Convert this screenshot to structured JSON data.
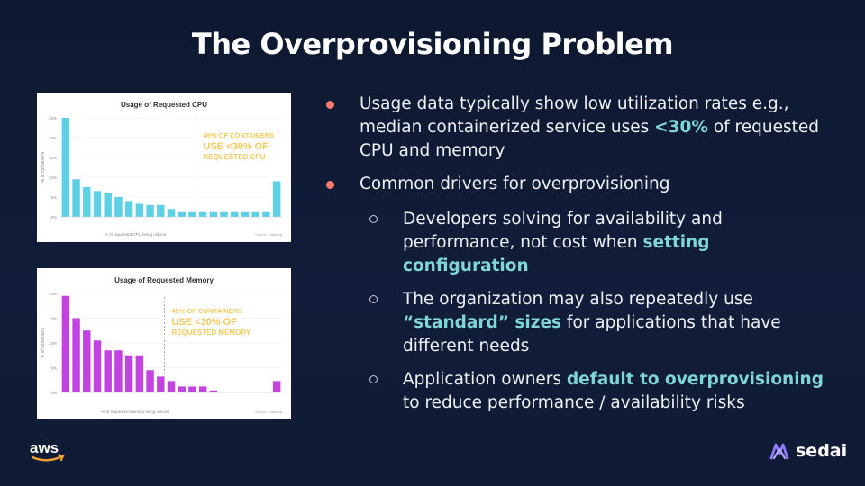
{
  "slide": {
    "title": "The Overprovisioning Problem"
  },
  "bullets": {
    "b1": {
      "pre": "Usage data typically show low utilization rates e.g., median containerized service uses ",
      "hl": "<30%",
      "post": " of requested CPU and memory"
    },
    "b2": {
      "text": "Common drivers  for overprovisioning"
    },
    "s1": {
      "pre": "Developers solving for availability and performance, not cost when ",
      "hl": "setting configuration",
      "post": ""
    },
    "s2": {
      "pre": "The organization may also repeatedly use ",
      "hl": "“standard” sizes",
      "post": " for applications that have different needs"
    },
    "s3": {
      "pre": "Application owners ",
      "hl": "default to overprovisioning",
      "post": " to reduce performance / availability risks"
    }
  },
  "brand": {
    "aws": "aws",
    "sedai": "sedai"
  },
  "colors": {
    "coral_bullet": "#ff7a6e",
    "highlight_teal": "#7fd6d6",
    "cpu_bars": "#5dd0e6",
    "mem_bars": "#c243e0",
    "callout": "#f2cb5e"
  },
  "chart_data": [
    {
      "type": "bar",
      "title": "Usage of Requested CPU",
      "ylabel": "% of containers",
      "xlabel": "% of requested CPU being utilized",
      "source": "Source: Datadog",
      "annotation": [
        "49% OF CONTAINERS",
        "USE <30% OF",
        "REQUESTED CPU"
      ],
      "yticks": [
        "25%",
        "20%",
        "15%",
        "10%",
        "5%",
        "0%"
      ],
      "ylim": [
        0,
        25
      ],
      "values": [
        25,
        9.5,
        7.5,
        6.5,
        6,
        5,
        4,
        3.3,
        3,
        3,
        2,
        1.2,
        1.2,
        1.2,
        1.2,
        1.2,
        1.2,
        1.2,
        1.2,
        1.2,
        9
      ],
      "threshold_after_index": 12
    },
    {
      "type": "bar",
      "title": "Usage of Requested Memory",
      "ylabel": "% of containers",
      "xlabel": "% of requested memory being utilized",
      "source": "Source: Datadog",
      "annotation": [
        "45% OF CONTAINERS",
        "USE <30% OF",
        "REQUESTED MEMORY"
      ],
      "yticks": [
        "20%",
        "15%",
        "10%",
        "5%",
        "0%"
      ],
      "ylim": [
        0,
        20
      ],
      "values": [
        19.5,
        15,
        12.5,
        10.5,
        8.5,
        8.5,
        7.5,
        7.5,
        4.5,
        3.2,
        2.3,
        1.2,
        1.2,
        1.2,
        0.4,
        0,
        0,
        0,
        0,
        0,
        2.3
      ],
      "threshold_after_index": 9
    }
  ]
}
